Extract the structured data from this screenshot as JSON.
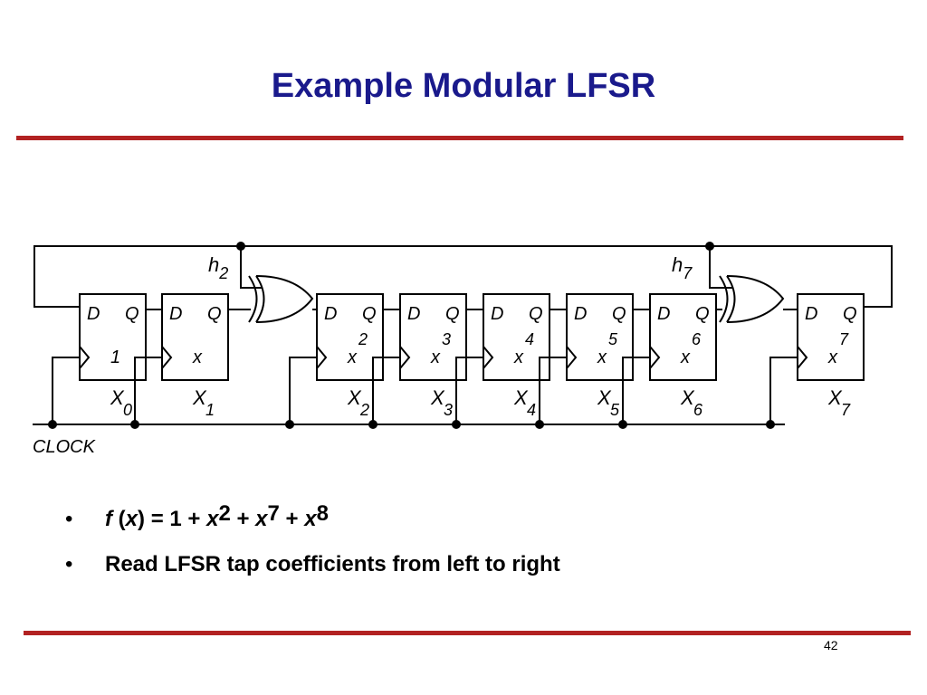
{
  "slide": {
    "title": "Example Modular LFSR",
    "page_number": "42",
    "rule_color": "#b22222",
    "title_color": "#1a1a8c"
  },
  "circuit": {
    "clock_label": "CLOCK",
    "tap_labels": [
      {
        "name": "h",
        "sub": "2"
      },
      {
        "name": "h",
        "sub": "7"
      }
    ],
    "flip_flops": [
      {
        "d": "D",
        "q": "Q",
        "term": "1",
        "power": "",
        "output": "X",
        "output_sub": "0"
      },
      {
        "d": "D",
        "q": "Q",
        "term": "x",
        "power": "",
        "output": "X",
        "output_sub": "1"
      },
      {
        "d": "D",
        "q": "Q",
        "term": "x",
        "power": "2",
        "output": "X",
        "output_sub": "2"
      },
      {
        "d": "D",
        "q": "Q",
        "term": "x",
        "power": "3",
        "output": "X",
        "output_sub": "3"
      },
      {
        "d": "D",
        "q": "Q",
        "term": "x",
        "power": "4",
        "output": "X",
        "output_sub": "4"
      },
      {
        "d": "D",
        "q": "Q",
        "term": "x",
        "power": "5",
        "output": "X",
        "output_sub": "5"
      },
      {
        "d": "D",
        "q": "Q",
        "term": "x",
        "power": "6",
        "output": "X",
        "output_sub": "6"
      },
      {
        "d": "D",
        "q": "Q",
        "term": "x",
        "power": "7",
        "output": "X",
        "output_sub": "7"
      }
    ]
  },
  "bullets": [
    {
      "parts": {
        "f": "f",
        "open": " (",
        "x": "x",
        "close": ") = 1 + ",
        "x2": "x",
        "p2": "2",
        "plus1": " + ",
        "x7": "x",
        "p7": "7",
        "plus2": " + ",
        "x8": "x",
        "p8": "8"
      }
    },
    {
      "text": "Read LFSR tap coefficients from left to right"
    }
  ]
}
